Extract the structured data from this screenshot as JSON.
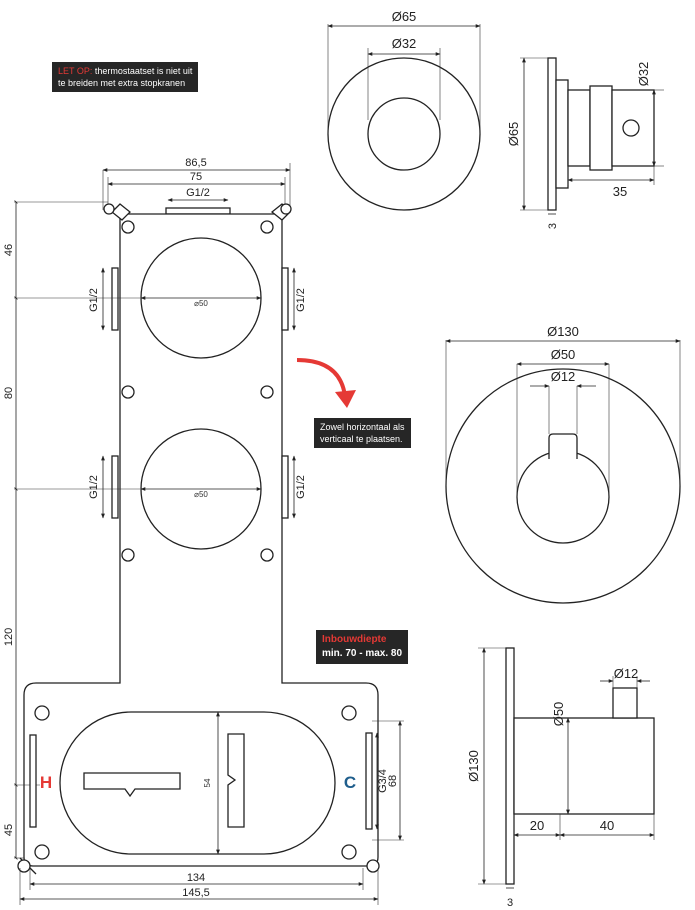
{
  "notes": {
    "warning_prefix": "LET OP:",
    "warning_line1": " thermostaatset is niet uit",
    "warning_line2": "te breiden met extra stopkranen",
    "orientation_line1": "Zowel horizontaal als",
    "orientation_line2": "verticaal te plaatsen.",
    "depth_title": "Inbouwdiepte",
    "depth_value": "min. 70 - max. 80"
  },
  "body_dims": {
    "width_outer": "86,5",
    "width_inner": "75",
    "top_thread": "G1/2",
    "side_thread": "G1/2",
    "bore": "⌀50",
    "v_46": "46",
    "v_80": "80",
    "v_120": "120",
    "v_45": "45",
    "v_54": "54",
    "v_68": "68",
    "g34": "G3/4",
    "bottom_inner": "134",
    "bottom_outer": "145,5",
    "hot": "H",
    "cold": "C"
  },
  "small_rosette": {
    "d_outer": "Ø65",
    "d_inner": "Ø32",
    "side_d_plate": "Ø65",
    "side_d_body": "Ø32",
    "side_len": "35",
    "side_thick": "3"
  },
  "large_rosette": {
    "d_outer": "Ø130",
    "d_mid": "Ø50",
    "d_knob": "Ø12",
    "side_d_plate": "Ø130",
    "side_d_body": "Ø50",
    "side_d_knob": "Ø12",
    "side_len_a": "20",
    "side_len_b": "40",
    "side_thick": "3"
  },
  "colors": {
    "line": "#222222",
    "note_bg": "#262626",
    "accent_red": "#e53935",
    "hot": "#e53935",
    "cold": "#1f5e8c"
  }
}
